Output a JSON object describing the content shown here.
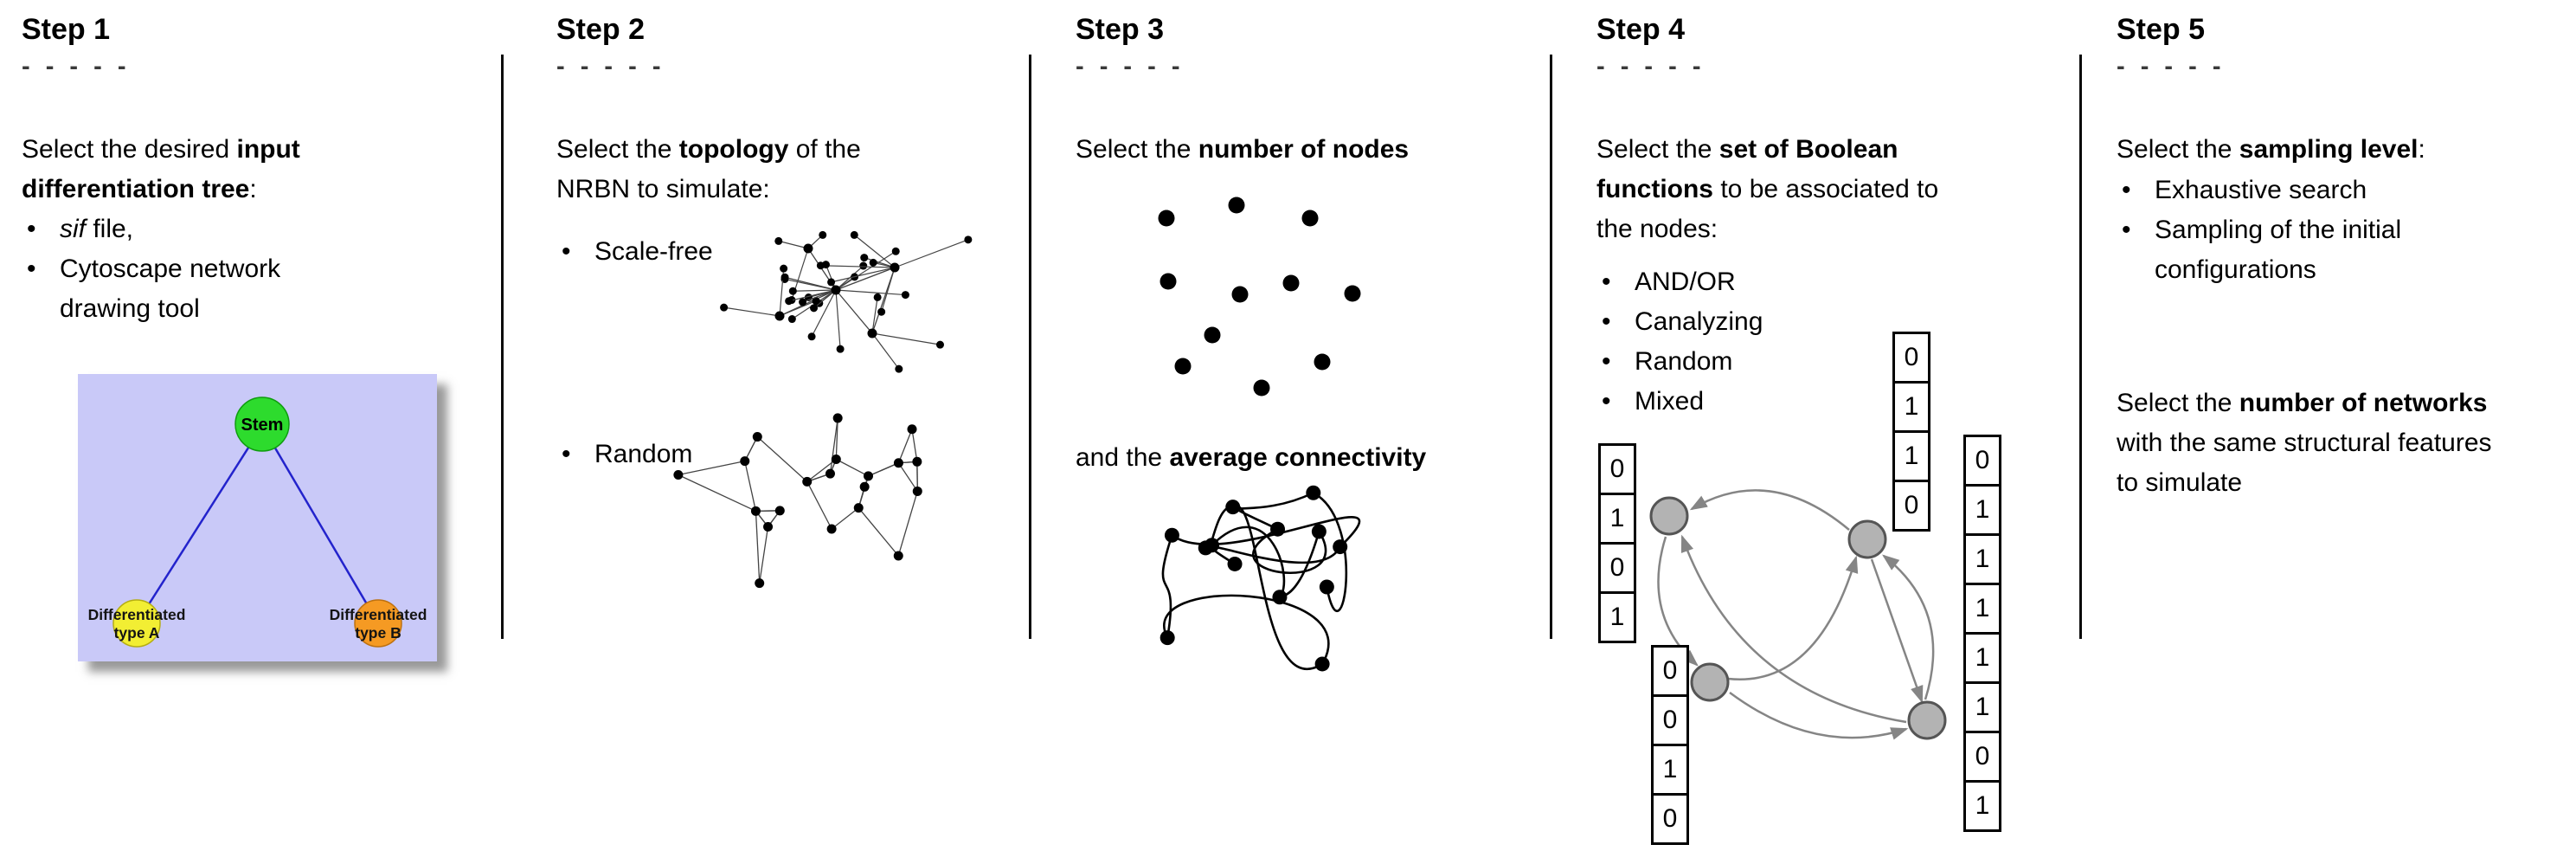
{
  "bullet_char": "•",
  "colors": {
    "background": "#ffffff",
    "text": "#000000",
    "divider": "#0a0a0a",
    "network_dot": "#000000",
    "arrow": "#858585"
  },
  "steps": [
    {
      "title": "Step 1",
      "dashes": "- - - - -",
      "intro": {
        "pre": "Select the desired ",
        "bold": "input differentiation tree",
        "post": ":"
      },
      "bullets": [
        {
          "italic": "sif",
          "text": " file,"
        },
        {
          "text": "Cytoscape network drawing tool"
        }
      ],
      "tree": {
        "root_label": "Stem",
        "left_label_line1": "Differentiated",
        "left_label_line2": "type A",
        "right_label_line1": "Differentiated",
        "right_label_line2": "type B",
        "colors": {
          "background": "#c9c9f8",
          "root": "#2ddb2d",
          "left": "#f2ee33",
          "right": "#f59a23",
          "edge": "#2323cc"
        }
      }
    },
    {
      "title": "Step 2",
      "dashes": "- - - - -",
      "intro": {
        "pre": "Select the ",
        "bold": "topology",
        "post": " of the NRBN to simulate:"
      },
      "bullets": [
        {
          "text": "Scale-free"
        },
        {
          "text": "Random"
        }
      ]
    },
    {
      "title": "Step 3",
      "dashes": "- - - - -",
      "line1": {
        "pre": "Select the ",
        "bold": "number of nodes",
        "post": ""
      },
      "line2": {
        "pre": "and the ",
        "bold": "average connectivity",
        "post": ""
      }
    },
    {
      "title": "Step 4",
      "dashes": "- - - - -",
      "intro": {
        "pre": "Select the ",
        "bold": "set of Boolean functions",
        "post": " to be associated to the nodes:"
      },
      "bullets": [
        {
          "text": "AND/OR"
        },
        {
          "text": "Canalyzing"
        },
        {
          "text": "Random"
        },
        {
          "text": "Mixed"
        }
      ],
      "node_fill": "#b3b3b3",
      "tables": {
        "left": [
          "0",
          "1",
          "0",
          "1"
        ],
        "top": [
          "0",
          "1",
          "1",
          "0"
        ],
        "right": [
          "0",
          "1",
          "1",
          "1",
          "1",
          "1",
          "0",
          "1"
        ],
        "bottom": [
          "0",
          "0",
          "1",
          "0"
        ]
      }
    },
    {
      "title": "Step 5",
      "dashes": "- - - - -",
      "intro": {
        "pre": "Select the ",
        "bold": "sampling level",
        "post": ":"
      },
      "bullets": [
        {
          "text": "Exhaustive search"
        },
        {
          "text": "Sampling of the initial configurations"
        }
      ],
      "paragraph": {
        "pre": "Select the ",
        "bold": "number of networks",
        "post": " with the same structural features to simulate"
      }
    }
  ]
}
